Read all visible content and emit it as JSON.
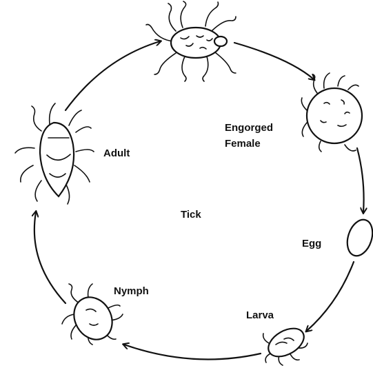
{
  "center_label": "Tick",
  "stages": [
    {
      "id": "adult",
      "label": "Adult"
    },
    {
      "id": "engorged-female",
      "label_line1": "Engorged",
      "label_line2": "Female"
    },
    {
      "id": "egg",
      "label": "Egg"
    },
    {
      "id": "larva",
      "label": "Larva"
    },
    {
      "id": "nymph",
      "label": "Nymph"
    }
  ]
}
